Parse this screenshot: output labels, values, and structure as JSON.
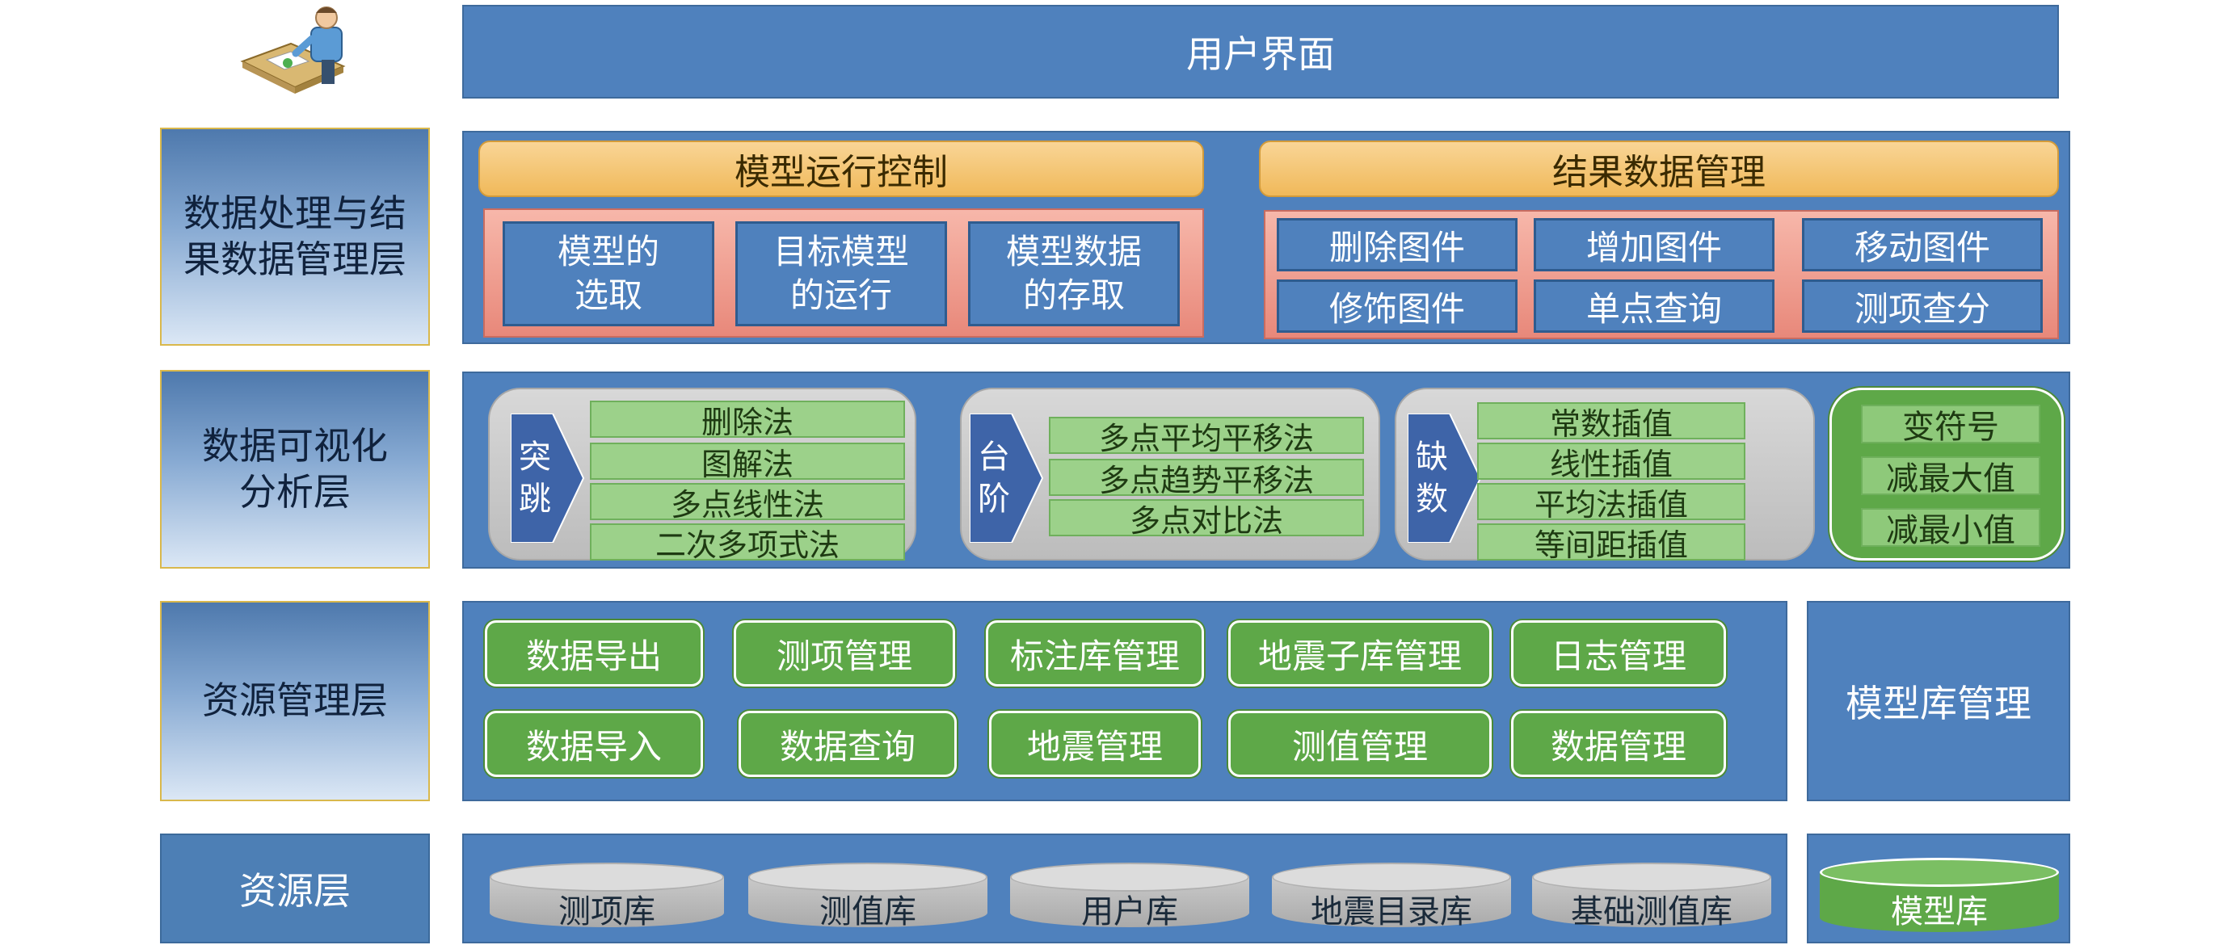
{
  "ui_layer": {
    "title": "用户界面"
  },
  "layers": {
    "data_processing": "数据处理与结\n果数据管理层",
    "visualization": "数据可视化\n分析层",
    "resource_mgmt": "资源管理层",
    "resource": "资源层"
  },
  "model_control": {
    "header": "模型运行控制",
    "items": [
      "模型的\n选取",
      "目标模型\n的运行",
      "模型数据\n的存取"
    ]
  },
  "result_mgmt": {
    "header": "结果数据管理",
    "items": [
      "删除图件",
      "增加图件",
      "移动图件",
      "修饰图件",
      "单点查询",
      "测项查分"
    ]
  },
  "visualization": {
    "groups": [
      {
        "tag": "突\n跳",
        "methods": [
          "删除法",
          "图解法",
          "多点线性法",
          "二次多项式法"
        ]
      },
      {
        "tag": "台\n阶",
        "methods": [
          "多点平均平移法",
          "多点趋势平移法",
          "多点对比法"
        ]
      },
      {
        "tag": "缺\n数",
        "methods": [
          "常数插值",
          "线性插值",
          "平均法插值",
          "等间距插值"
        ]
      }
    ],
    "green_group": [
      "变符号",
      "减最大值",
      "减最小值"
    ]
  },
  "resource_mgmt": {
    "buttons_row1": [
      "数据导出",
      "测项管理",
      "标注库管理",
      "地震子库管理",
      "日志管理"
    ],
    "buttons_row2": [
      "数据导入",
      "数据查询",
      "地震管理",
      "测值管理",
      "数据管理"
    ],
    "model_lib_mgmt": "模型库管理"
  },
  "resource": {
    "databases": [
      "测项库",
      "测值库",
      "用户库",
      "地震目录库",
      "基础测值库"
    ],
    "model_db": "模型库"
  },
  "colors": {
    "panel_blue": "#4f81bd",
    "orange": "#f0b95a",
    "salmon": "#e8887a",
    "green": "#5ea848",
    "light_green": "#9cd18a",
    "gray": "#bcbcbc"
  }
}
